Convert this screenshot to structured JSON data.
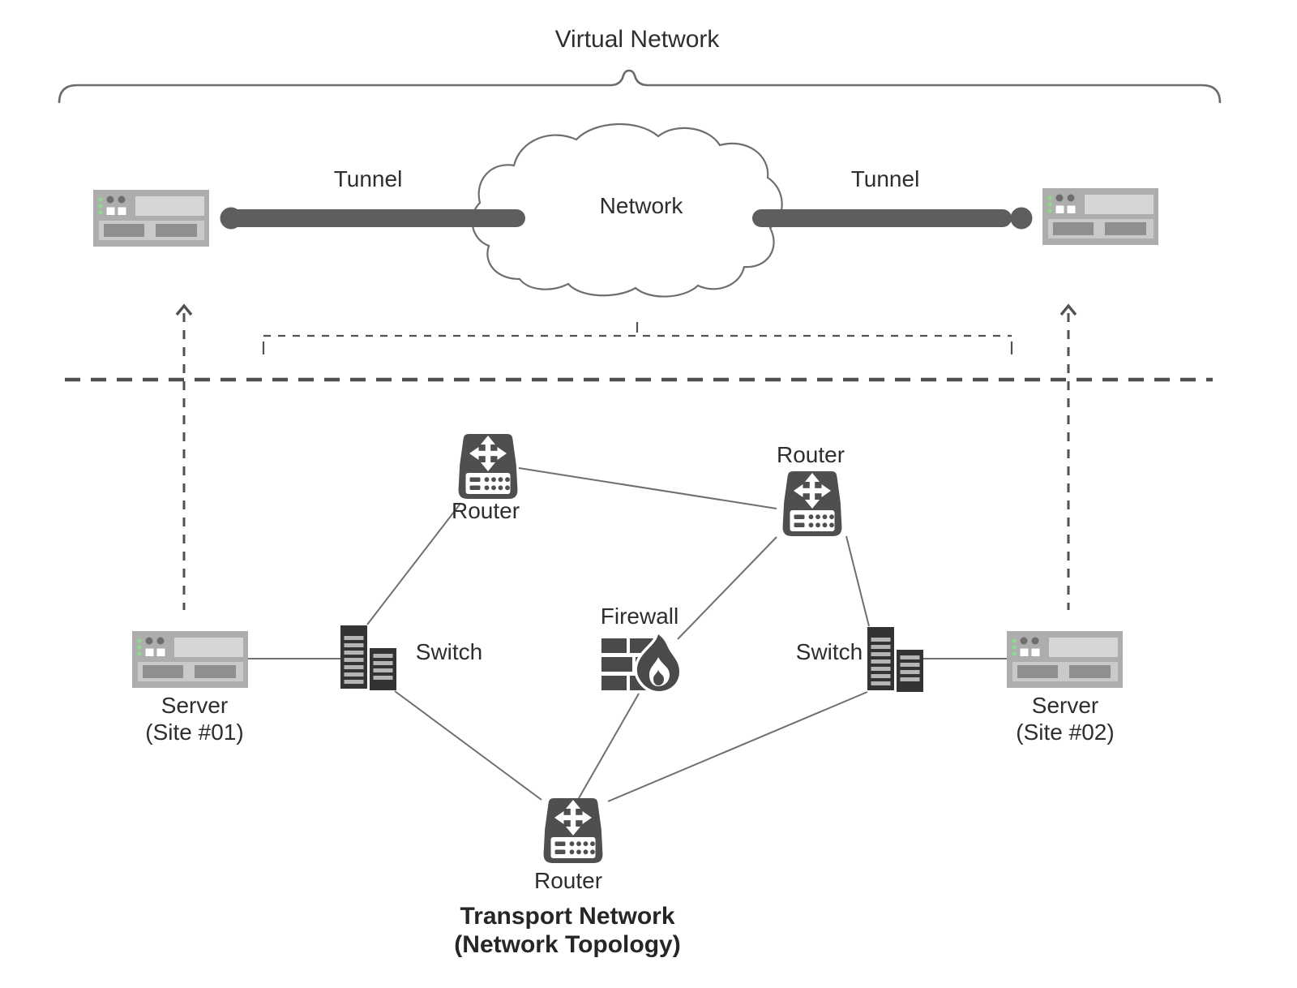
{
  "title": "Virtual Network",
  "virtual_layer": {
    "tunnel_left": "Tunnel",
    "tunnel_right": "Tunnel",
    "cloud": "Network"
  },
  "transport_layer": {
    "router_top_left": "Router",
    "router_top_right": "Router",
    "router_bottom": "Router",
    "firewall": "Firewall",
    "switch_left": "Switch",
    "switch_right": "Switch",
    "server_site1": [
      "Server",
      "(Site #01)"
    ],
    "server_site2": [
      "Server",
      "(Site #02)"
    ],
    "caption": [
      "Transport Network",
      "(Network Topology)"
    ]
  },
  "colors": {
    "background": "#ffffff",
    "icon_dark": "#4f4f4f",
    "switch_dark": "#333333",
    "server_gray": "#adadad",
    "server_panel_light": "#d6d6d6",
    "server_bay_gray": "#8f8f8f",
    "led_green": "#8fd68f",
    "tunnel_bar": "#5e5e5e",
    "line_gray": "#6f6f6f",
    "dashed_gray": "#525252",
    "text": "#2e2e2e"
  }
}
